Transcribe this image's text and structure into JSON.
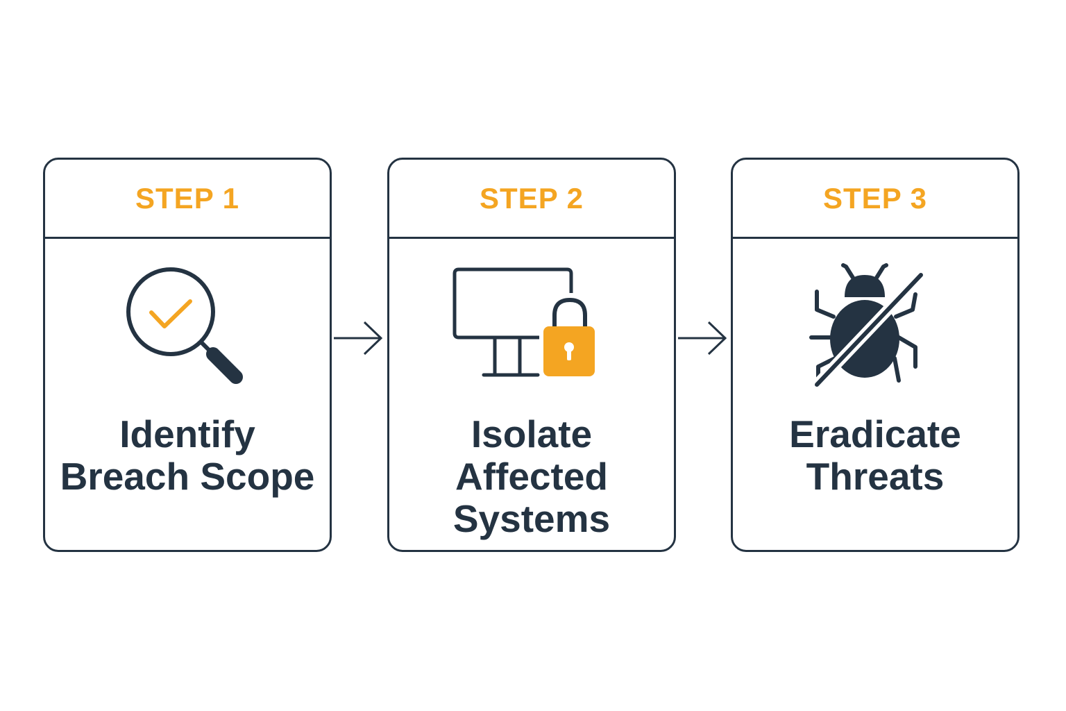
{
  "colors": {
    "accent": "#f4a522",
    "ink": "#243342",
    "background": "#ffffff"
  },
  "steps": [
    {
      "label": "STEP 1",
      "title_lines": [
        "Identify",
        "Breach Scope"
      ],
      "icon": "magnifier-check-icon"
    },
    {
      "label": "STEP 2",
      "title_lines": [
        "Isolate",
        "Affected",
        "Systems"
      ],
      "icon": "monitor-lock-icon"
    },
    {
      "label": "STEP 3",
      "title_lines": [
        "Eradicate",
        "Threats"
      ],
      "icon": "bug-crossed-icon"
    }
  ],
  "connectors": [
    "arrow-right-icon",
    "arrow-right-icon"
  ]
}
